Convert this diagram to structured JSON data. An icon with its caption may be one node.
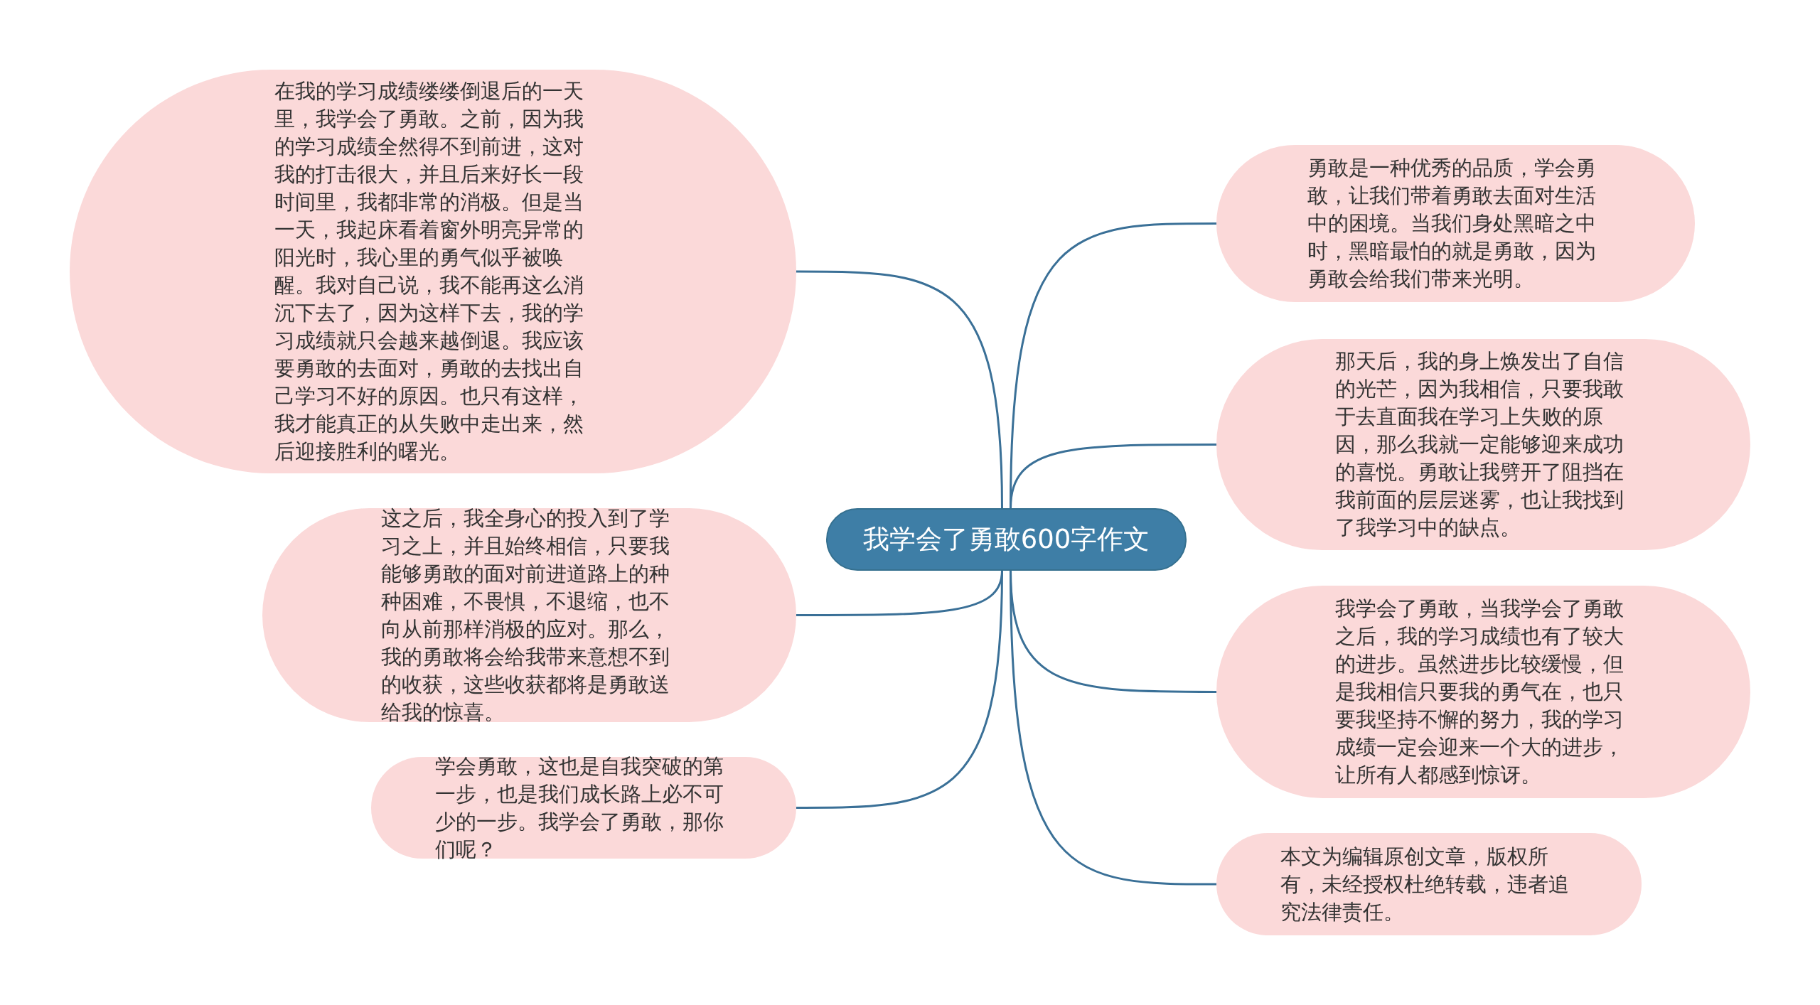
{
  "diagram": {
    "nodes": [
      {
        "text": [
          "我学会了勇敢600字作文"
        ]
      },
      {
        "text": [
          "在我的学习成绩缕缕倒退后的一天里，我学会了勇敢。之前，因为我的学习成绩全然得不到前进，这对我的打击很大，并且后来好长一段时间里，我都非常的消极。但是当一天，我起床看着窗外明亮异常的阳光时，我心里的勇气似乎被唤醒。我对自己说，我不能再这么消沉下去了，因为这样下去，我的学习成绩就只会越来越倒退。我应该要勇敢的去面对，勇敢的去找出自己学习不好的原因。也只有这样，我才能真正的从失败中走出来，然后迎接胜利的曙光。"
        ]
      },
      {
        "text": [
          "这之后，我全身心的投入到了学习之上，并且始终相信，只要我能够勇敢的面对前进道路上的种种困难，不畏惧，不退缩，也不向从前那样消极的应对。那么，我的勇敢将会给我带来意想不到的收获，这些收获都将是勇敢送给我的惊喜。"
        ]
      },
      {
        "text": [
          "学会勇敢，这也是自我突破的第一步，也是我们成长路上必不可少的一步。我学会了勇敢，那你们呢？"
        ]
      },
      {
        "text": [
          "勇敢是一种优秀的品质，学会勇敢，让我们带着勇敢去面对生活中的困境。当我们身处黑暗之中时，黑暗最怕的就是勇敢，因为勇敢会给我们带来光明。"
        ]
      },
      {
        "text": [
          "那天后，我的身上焕发出了自信的光芒，因为我相信，只要我敢于去直面我在学习上失败的原因，那么我就一定能够迎来成功的喜悦。勇敢让我劈开了阻挡在我前面的层层迷雾，也让我找到了我学习中的缺点。"
        ]
      },
      {
        "text": [
          "我学会了勇敢，当我学会了勇敢之后，我的学习成绩也有了较大的进步。虽然进步比较缓慢，但是我相信只要我的勇气在，也只要我坚持不懈的努力，我的学习成绩一定会迎来一个大的进步，让所有人都感到惊讶。"
        ]
      },
      {
        "text": [
          "本文为编辑原创文章，版权所有，未经授权杜绝转载，违者追究法律责任。"
        ]
      }
    ],
    "edges": [
      {
        "from": 0,
        "to": 1,
        "arrow": "none"
      },
      {
        "from": 0,
        "to": 2,
        "arrow": "none"
      },
      {
        "from": 0,
        "to": 3,
        "arrow": "none"
      },
      {
        "from": 0,
        "to": 4,
        "arrow": "none"
      },
      {
        "from": 0,
        "to": 5,
        "arrow": "none"
      },
      {
        "from": 0,
        "to": 6,
        "arrow": "none"
      },
      {
        "from": 0,
        "to": 7,
        "arrow": "none"
      }
    ]
  }
}
